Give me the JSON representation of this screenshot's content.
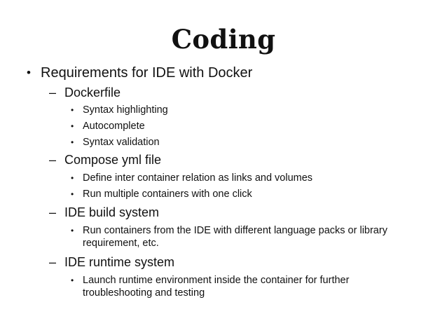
{
  "slide": {
    "title": "Coding",
    "bullets": {
      "l1": "•",
      "l2": "–",
      "l3": "•"
    },
    "items": [
      {
        "text": "Requirements for IDE with Docker",
        "children": [
          {
            "text": "Dockerfile",
            "children": [
              {
                "text": "Syntax highlighting"
              },
              {
                "text": "Autocomplete"
              },
              {
                "text": "Syntax validation"
              }
            ]
          },
          {
            "text": "Compose yml file",
            "children": [
              {
                "text": "Define inter container relation as links and volumes"
              },
              {
                "text": "Run multiple containers with one click"
              }
            ]
          },
          {
            "text": "IDE build system",
            "children": [
              {
                "text": "Run containers from the IDE with different language packs or library requirement, etc."
              }
            ]
          },
          {
            "text": "IDE runtime system",
            "children": [
              {
                "text": "Launch runtime environment inside the container for further troubleshooting and testing"
              }
            ]
          }
        ]
      }
    ]
  }
}
